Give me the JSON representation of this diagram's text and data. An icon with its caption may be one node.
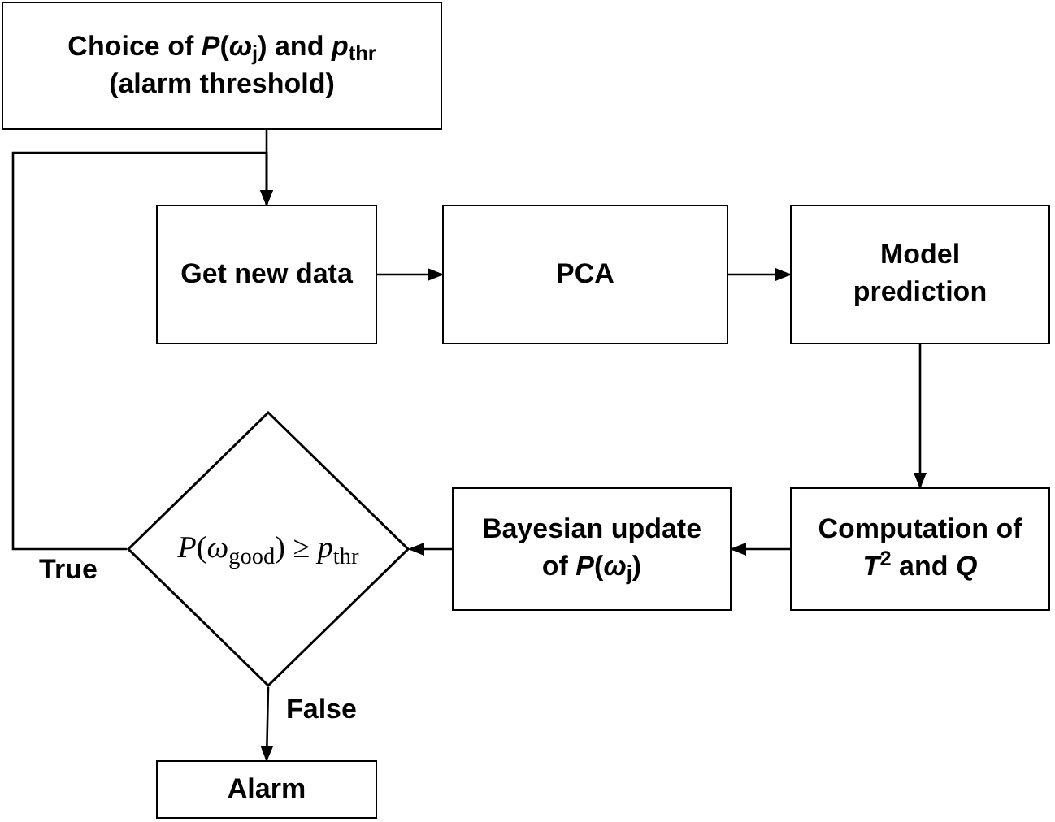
{
  "diagram": {
    "nodes": [
      {
        "text": [
          "Choice of *P*(*ω*$_{j}$) and *p*$_{thr}$ (alarm threshold)"
        ]
      },
      {
        "text": [
          "Get new data"
        ]
      },
      {
        "text": [
          "PCA"
        ]
      },
      {
        "text": [
          "Model prediction"
        ]
      },
      {
        "text": [
          "Computation of *T*$^{2}$ and *Q*"
        ]
      },
      {
        "text": [
          "Bayesian update of *P*(*ω*$_{j}$)"
        ]
      },
      {
        "text": [
          "*P*(*ω*$_{good}$) ≥ *p*$_{thr}$"
        ]
      },
      {
        "text": [
          "Alarm"
        ]
      }
    ],
    "edges": [
      {
        "from": 0,
        "to": 1,
        "arrow": "to"
      },
      {
        "from": 1,
        "to": 2,
        "arrow": "to"
      },
      {
        "from": 2,
        "to": 3,
        "arrow": "to"
      },
      {
        "from": 3,
        "to": 4,
        "arrow": "to"
      },
      {
        "from": 4,
        "to": 5,
        "arrow": "to"
      },
      {
        "from": 5,
        "to": 6,
        "arrow": "to"
      },
      {
        "from": 6,
        "to": 1,
        "arrow": "to",
        "label": "True"
      },
      {
        "from": 6,
        "to": 7,
        "arrow": "to",
        "label": "False"
      }
    ]
  }
}
